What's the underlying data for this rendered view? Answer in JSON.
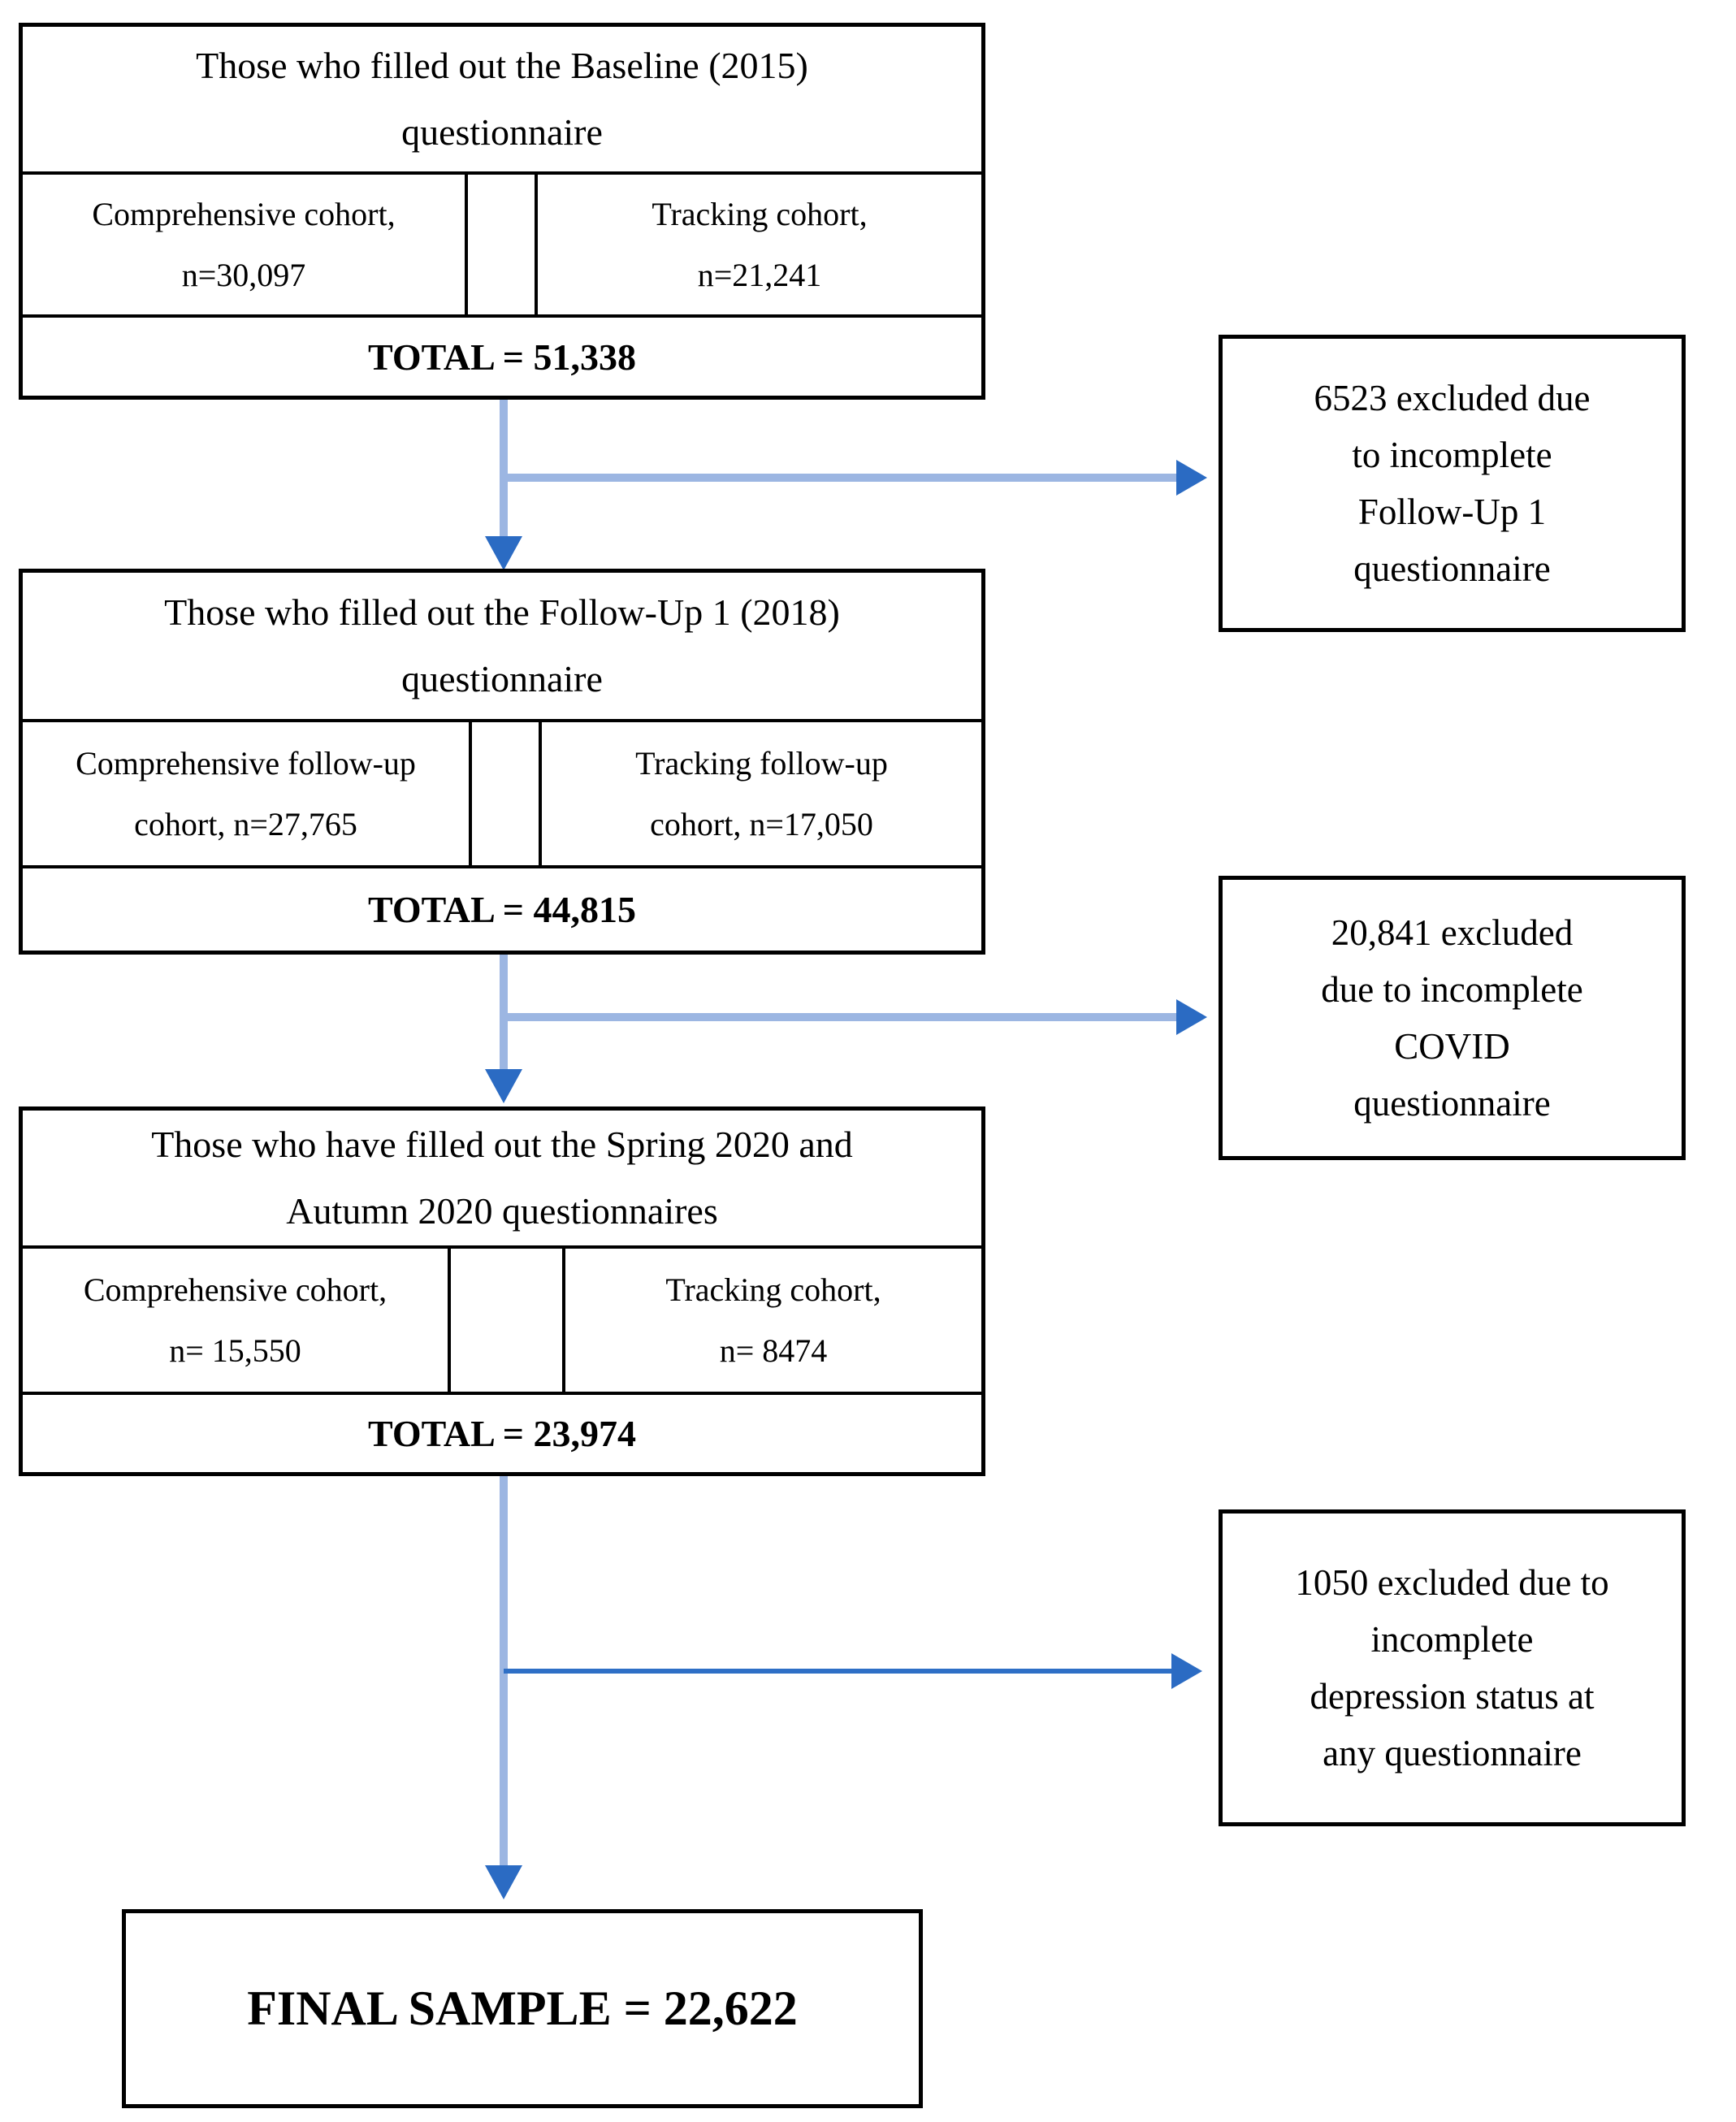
{
  "colors": {
    "arrow-line": "#9CB6E2",
    "arrow-line-dark": "#2E6FC6",
    "arrow-head": "#2B6BC3",
    "border-color": "#000000",
    "text-color": "#000000",
    "bg": "#FFFFFF"
  },
  "stages": [
    {
      "title_lines": [
        "Those who filled out the Baseline (2015)",
        "questionnaire"
      ],
      "left_cell_lines": [
        "Comprehensive cohort,",
        "n=30,097"
      ],
      "right_cell_lines": [
        "Tracking cohort,",
        "n=21,241"
      ],
      "total": "TOTAL = 51,338"
    },
    {
      "title_lines": [
        "Those who filled out the Follow-Up 1 (2018)",
        "questionnaire"
      ],
      "left_cell_lines": [
        "Comprehensive follow-up",
        "cohort, n=27,765"
      ],
      "right_cell_lines": [
        "Tracking follow-up",
        "cohort, n=17,050"
      ],
      "total": "TOTAL = 44,815"
    },
    {
      "title_lines": [
        "Those who have filled out the Spring 2020 and",
        "Autumn 2020 questionnaires"
      ],
      "left_cell_lines": [
        "Comprehensive cohort,",
        "n= 15,550"
      ],
      "right_cell_lines": [
        "Tracking cohort,",
        "n= 8474"
      ],
      "total": "TOTAL = 23,974"
    }
  ],
  "exclusions": [
    {
      "lines": [
        "6523 excluded due",
        "to incomplete",
        "Follow-Up 1",
        "questionnaire"
      ]
    },
    {
      "lines": [
        "20,841 excluded",
        "due to incomplete",
        "COVID",
        "questionnaire"
      ]
    },
    {
      "lines": [
        "1050 excluded due to",
        "incomplete",
        "depression status at",
        "any questionnaire"
      ]
    }
  ],
  "final": {
    "label": "FINAL SAMPLE = 22,622"
  }
}
